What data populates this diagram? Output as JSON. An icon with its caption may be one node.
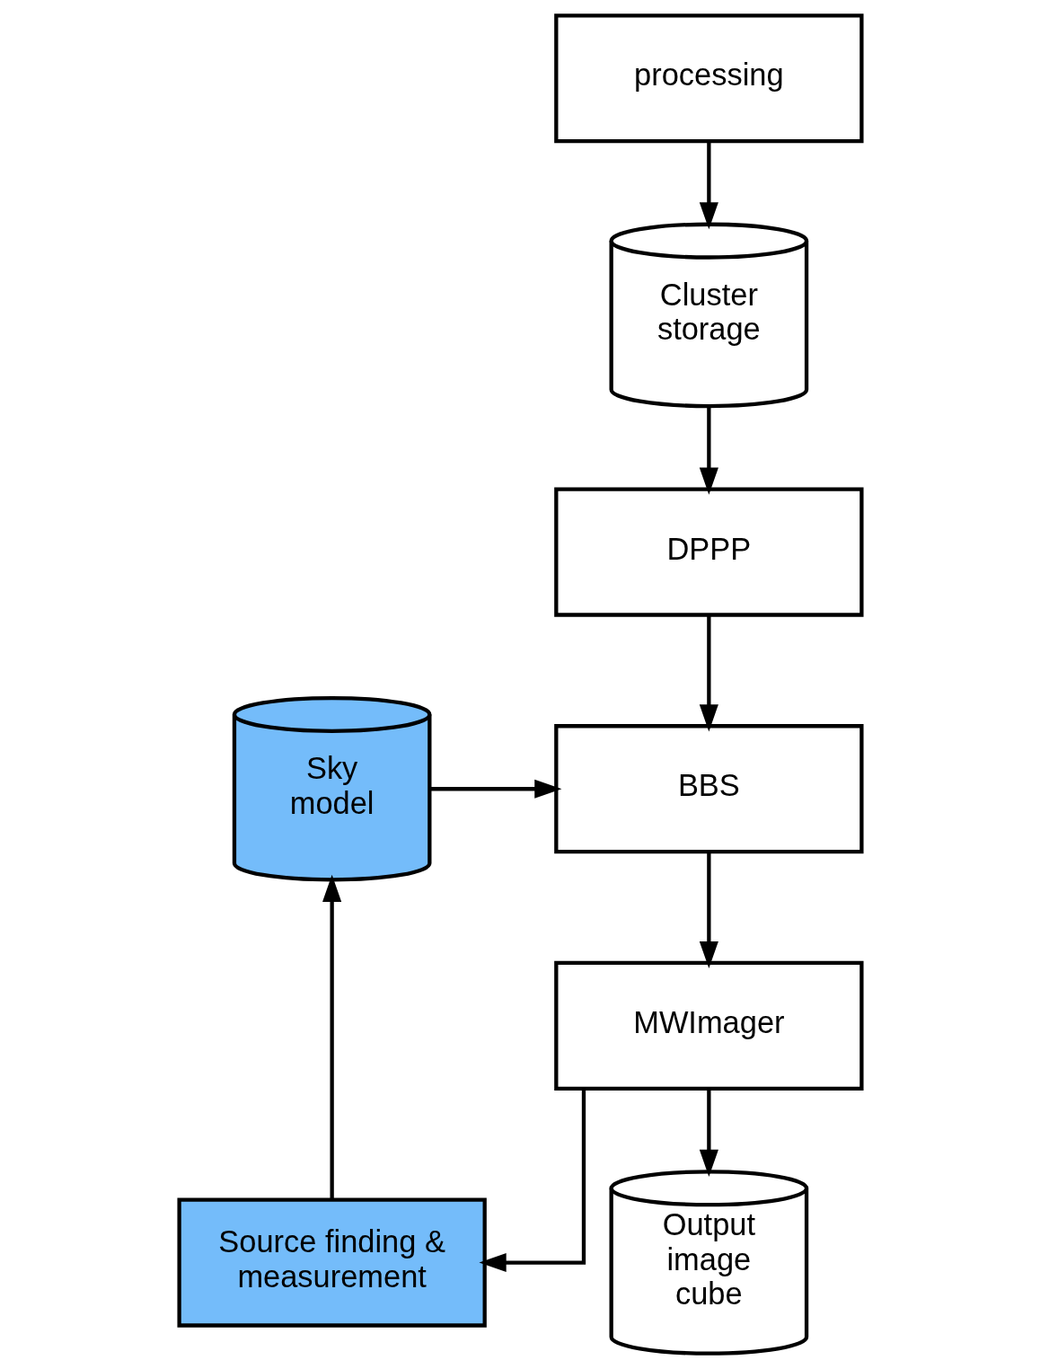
{
  "diagram": {
    "nodes": [
      {
        "text": [
          "processing"
        ]
      },
      {
        "text": [
          "Cluster storage"
        ]
      },
      {
        "text": [
          "DPPP"
        ]
      },
      {
        "text": [
          "Sky model"
        ]
      },
      {
        "text": [
          "BBS"
        ]
      },
      {
        "text": [
          "MWImager"
        ]
      },
      {
        "text": [
          "Source finding & measurement"
        ]
      },
      {
        "text": [
          "Output image cube"
        ]
      }
    ],
    "edges": [
      {
        "from": 0,
        "to": 1,
        "arrow": "to"
      },
      {
        "from": 1,
        "to": 2,
        "arrow": "to"
      },
      {
        "from": 2,
        "to": 4,
        "arrow": "to"
      },
      {
        "from": 3,
        "to": 4,
        "arrow": "to"
      },
      {
        "from": 4,
        "to": 5,
        "arrow": "to"
      },
      {
        "from": 5,
        "to": 6,
        "arrow": "to"
      },
      {
        "from": 5,
        "to": 7,
        "arrow": "to"
      },
      {
        "from": 6,
        "to": 3,
        "arrow": "to"
      }
    ]
  }
}
